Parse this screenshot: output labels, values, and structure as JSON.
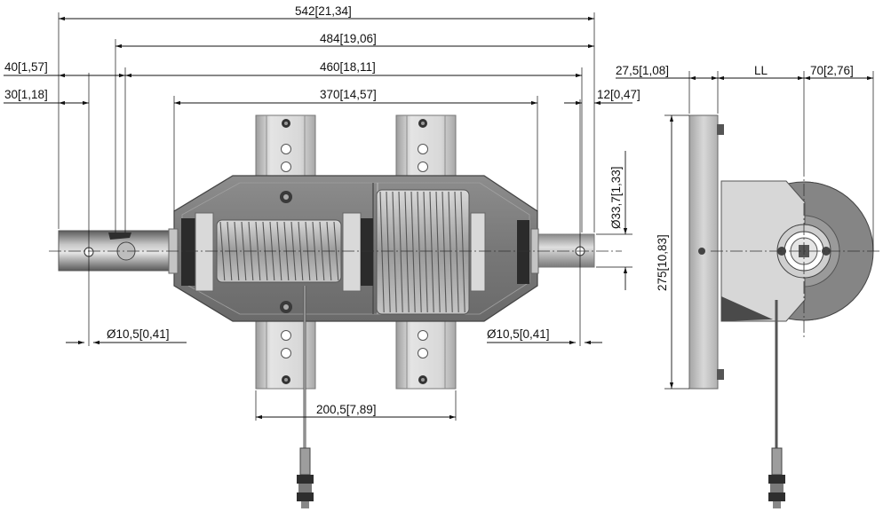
{
  "dimensions": {
    "overall_length": "542[21,34]",
    "length_484": "484[19,06]",
    "length_460": "460[18,11]",
    "body_length": "370[14,57]",
    "offset_40": "40[1,57]",
    "offset_30": "30[1,18]",
    "offset_12": "12[0,47]",
    "shaft_diameter": "Ø33,7[1,33]",
    "hole_left": "Ø10,5[0,41]",
    "hole_right": "Ø10,5[0,41]",
    "bracket_spacing": "200,5[7,89]",
    "side_thickness": "27,5[1,08]",
    "side_ll": "LL",
    "side_70": "70[2,76]",
    "height": "275[10,83]"
  },
  "colors": {
    "steel_dark": "#6e6e6e",
    "steel_mid": "#9a9a9a",
    "steel_light": "#d4d4d4",
    "bracket": "#c8c8c8",
    "line": "#111111"
  }
}
